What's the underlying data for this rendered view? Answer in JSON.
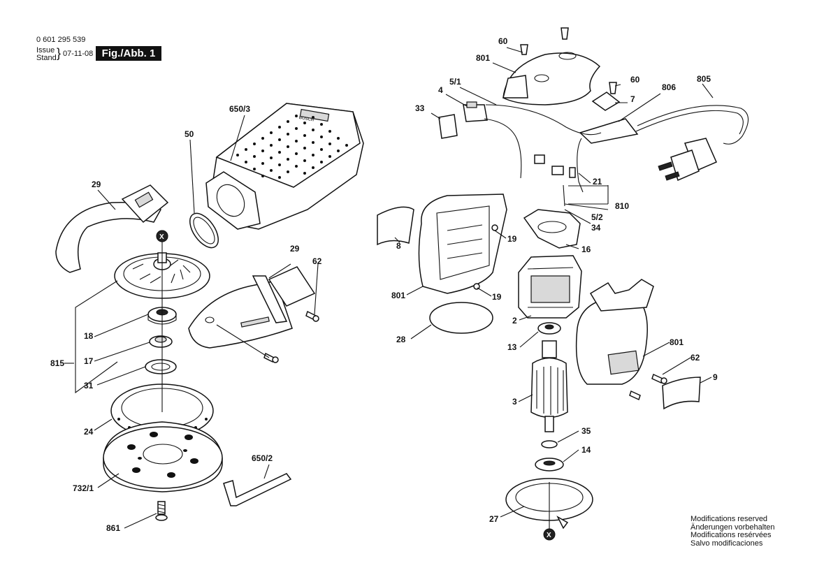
{
  "header": {
    "part_number": "0 601 295 539",
    "issue_label": "Issue",
    "stand_label": "Stand",
    "date": "07-11-08",
    "figure": "Fig./Abb. 1"
  },
  "labels": {
    "l650_3": "650/3",
    "l50": "50",
    "l29a": "29",
    "l29b": "29",
    "l62a": "62",
    "l18": "18",
    "l17": "17",
    "l31": "31",
    "l815": "815",
    "l24": "24",
    "l732_1": "732/1",
    "l861": "861",
    "l650_2": "650/2",
    "l60a": "60",
    "l801a": "801",
    "l60b": "60",
    "l7": "7",
    "l806": "806",
    "l805": "805",
    "l5_1": "5/1",
    "l4": "4",
    "l33": "33",
    "l21": "21",
    "l810": "810",
    "l5_2": "5/2",
    "l34": "34",
    "l8": "8",
    "l19a": "19",
    "l16": "16",
    "l801b": "801",
    "l19b": "19",
    "l28": "28",
    "l2": "2",
    "l13": "13",
    "l801c": "801",
    "l62b": "62",
    "l9": "9",
    "l3": "3",
    "l35": "35",
    "l14": "14",
    "l27": "27",
    "x1": "X",
    "x2": "X"
  },
  "notes": [
    "Modifications reserved",
    "Änderungen vorbehalten",
    "Modifications resérvées",
    "Salvo modificaciones"
  ],
  "logo": "BOSCH"
}
